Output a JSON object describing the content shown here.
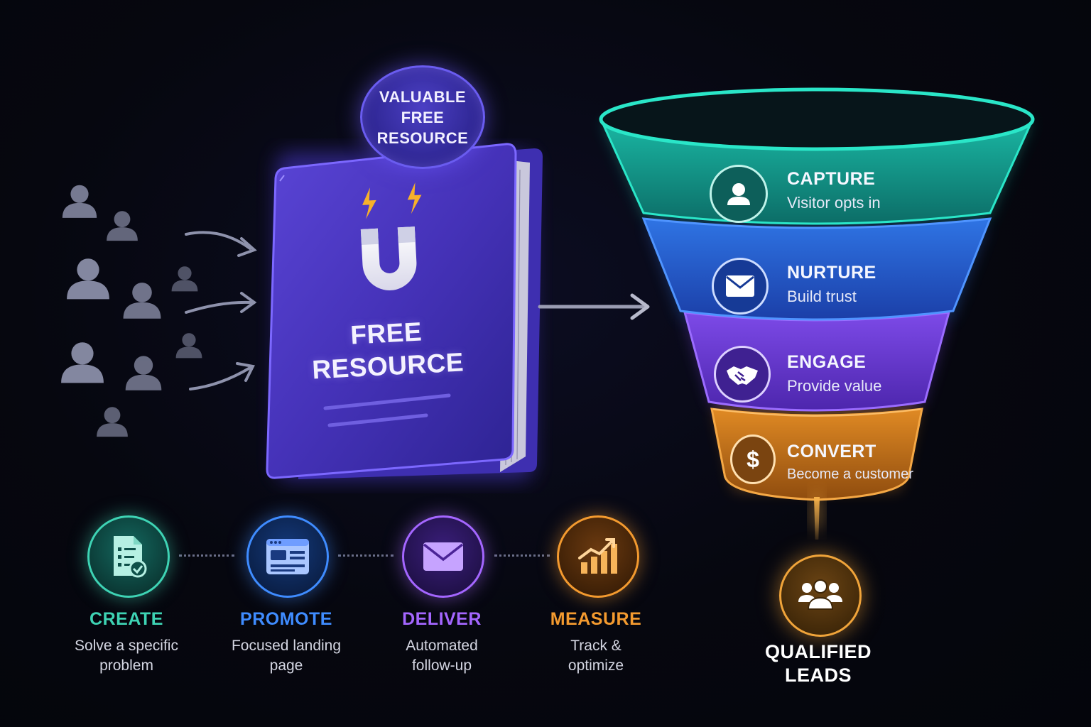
{
  "badge": {
    "text": "VALUABLE\nFREE\nRESOURCE"
  },
  "book": {
    "title": "FREE\nRESOURCE"
  },
  "funnel": {
    "stages": [
      {
        "title": "CAPTURE",
        "subtitle": "Visitor opts in",
        "icon": "person-icon",
        "color": "#15b3a0"
      },
      {
        "title": "NURTURE",
        "subtitle": "Build trust",
        "icon": "envelope-icon",
        "color": "#2a6ee0"
      },
      {
        "title": "ENGAGE",
        "subtitle": "Provide value",
        "icon": "handshake-icon",
        "color": "#7a45e0"
      },
      {
        "title": "CONVERT",
        "subtitle": "Become a customer",
        "icon": "dollar-icon",
        "color": "#d9781c"
      }
    ]
  },
  "steps": [
    {
      "title": "CREATE",
      "desc": "Solve a specific\nproblem",
      "icon": "checklist-document-icon",
      "color": "#3ed3b4"
    },
    {
      "title": "PROMOTE",
      "desc": "Focused landing\npage",
      "icon": "landing-page-icon",
      "color": "#3f8cff"
    },
    {
      "title": "DELIVER",
      "desc": "Automated\nfollow-up",
      "icon": "envelope-icon",
      "color": "#a466ff"
    },
    {
      "title": "MEASURE",
      "desc": "Track &\noptimize",
      "icon": "growth-chart-icon",
      "color": "#f39a2f"
    }
  ],
  "result": {
    "label": "QUALIFIED\nLEADS",
    "icon": "group-icon",
    "color": "#f0a43a"
  },
  "icons": {
    "book": "magnet-icon",
    "visitors": "person-icon",
    "arrows": "arrow-right-icon"
  }
}
